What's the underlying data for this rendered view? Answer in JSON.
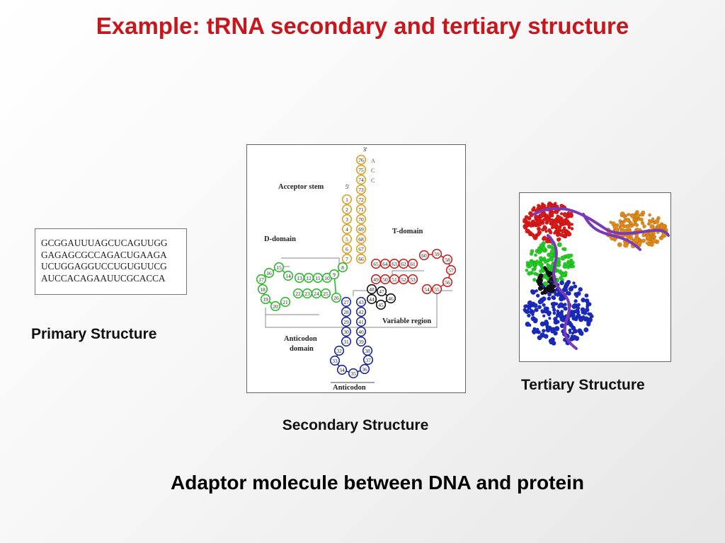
{
  "title": "Example:  tRNA secondary and tertiary structure",
  "primary": {
    "sequence_lines": [
      "GCGGAUUUAGCUCAGUUGG",
      "GAGAGCGCCAGACUGAAGA",
      "UCUGGAGGUCCUGUGUUCG",
      "AUCCACAGAAUUCGCACCA"
    ],
    "label": "Primary Structure"
  },
  "secondary": {
    "label": "Secondary Structure",
    "labels": {
      "acceptor_stem": "Acceptor stem",
      "d_domain": "D-domain",
      "t_domain": "T-domain",
      "anticodon_domain_1": "Anticodon",
      "anticodon_domain_2": "domain",
      "variable_region": "Variable region",
      "anticodon": "Anticodon",
      "three_prime": "3'",
      "five_prime": "5'"
    },
    "acceptor_letters": [
      "A",
      "C",
      "C"
    ],
    "colors": {
      "acceptor": "#e0a020",
      "d_arm": "#2eb82e",
      "t_arm": "#cc2020",
      "anticodon": "#1a2a9c",
      "variable": "#111111"
    },
    "nucleotides": {
      "acceptor_5": [
        "1",
        "2",
        "3",
        "4",
        "5",
        "6",
        "7"
      ],
      "acceptor_3": [
        "76",
        "75",
        "74",
        "73",
        "72",
        "71",
        "70",
        "69",
        "68",
        "67",
        "66"
      ],
      "d_top": [
        "10",
        "11",
        "12",
        "13"
      ],
      "d_bottom": [
        "22",
        "23",
        "24",
        "25"
      ],
      "d_loop": [
        "14",
        "15",
        "16",
        "17",
        "18",
        "19",
        "20",
        "21"
      ],
      "d_connect": [
        "8",
        "9",
        "26"
      ],
      "ac_left": [
        "27",
        "28",
        "29",
        "30",
        "31"
      ],
      "ac_right": [
        "43",
        "42",
        "41",
        "40",
        "39"
      ],
      "ac_loop": [
        "32",
        "33",
        "34",
        "35",
        "36",
        "37",
        "38"
      ],
      "t_top": [
        "65",
        "64",
        "63",
        "62",
        "61"
      ],
      "t_bottom": [
        "49",
        "50",
        "51",
        "52",
        "53"
      ],
      "t_loop": [
        "60",
        "59",
        "58",
        "57",
        "56",
        "55",
        "54"
      ],
      "variable": [
        "44",
        "45",
        "46",
        "47",
        "48"
      ]
    }
  },
  "tertiary": {
    "label": "Tertiary Structure",
    "colors": {
      "acceptor": "#e08a1a",
      "d_arm": "#22cc22",
      "t_arm": "#dd1818",
      "anticodon": "#1a2ac0",
      "variable": "#111111",
      "backbone": "#7a3ab8"
    }
  },
  "footer": "Adaptor molecule between DNA and protein"
}
